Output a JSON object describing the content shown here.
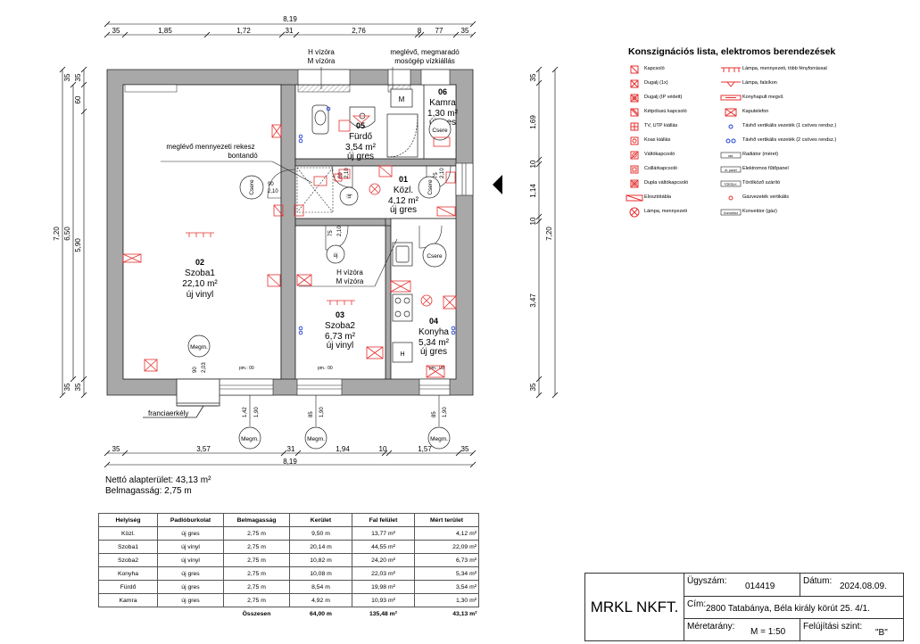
{
  "dimensions": {
    "total_width": "8,19",
    "top_segments": [
      "35",
      "1,85",
      "1,72",
      "31",
      "2,76",
      "8",
      "77",
      "35"
    ],
    "bottom_segments": [
      "35",
      "3,57",
      "31",
      "1,94",
      "10",
      "1,57",
      "35"
    ],
    "left_outer": "7,20",
    "left_inner": "6,50",
    "left_room": "5,90",
    "left_small": [
      "35",
      "35",
      "60",
      "35",
      "35"
    ],
    "right_outer": "7,20",
    "right_segments": [
      "35",
      "1,69",
      "10",
      "1,14",
      "10",
      "3,47",
      "35"
    ],
    "openings": [
      {
        "a": "1,42",
        "b": "1,90"
      },
      {
        "a": "85",
        "b": "1,90"
      },
      {
        "a": "85",
        "b": "1,90"
      }
    ],
    "door_widths": [
      "90",
      "2,10",
      "75",
      "2,10",
      "60",
      "2,10",
      "75",
      "2,10"
    ],
    "window": {
      "a": "90",
      "b": "2,03"
    }
  },
  "rooms": [
    {
      "num": "02",
      "name": "Szoba1",
      "area": "22,10 m²",
      "floor": "új vinyl"
    },
    {
      "num": "03",
      "name": "Szoba2",
      "area": "6,73 m²",
      "floor": "új vinyl"
    },
    {
      "num": "01",
      "name": "Közl.",
      "area": "4,12 m²",
      "floor": "új gres"
    },
    {
      "num": "04",
      "name": "Konyha",
      "area": "5,34 m²",
      "floor": "új gres"
    },
    {
      "num": "05",
      "name": "Fürdő",
      "area": "3,54 m²",
      "floor": "új gres"
    },
    {
      "num": "06",
      "name": "Kamra",
      "area": "1,30 m²",
      "floor": "új gres"
    }
  ],
  "annotations": {
    "water_top_1": "H vízóra",
    "water_top_2": "M vízóra",
    "existing_top_1": "meglévő, megmaradó",
    "existing_top_2": "mosógép vízkiállás",
    "meter_1": "meglévő mennyezeti rekesz",
    "meter_2": "bontandó",
    "water_mid_1": "H vízóra",
    "water_mid_2": "M vízóra",
    "balcony": "franciaerkély",
    "csere": "Csere",
    "uj": "új",
    "megm": "Megm.",
    "parapet": "pm.: 00"
  },
  "summary": {
    "net_area": "Nettó alapterület: 43,13 m²",
    "ceiling": "Belmagasság: 2,75 m"
  },
  "legend": {
    "title": "Konszignációs lista, elektromos berendezések",
    "items": [
      {
        "icon": "switch-icon",
        "label": "Kapcsoló"
      },
      {
        "icon": "multi-lamp-icon",
        "label": "Lámpa, mennyezeti, több fényforrással"
      },
      {
        "icon": "socket-1x-icon",
        "label": "Dugalj (1x)"
      },
      {
        "icon": "wall-lamp-icon",
        "label": "Lámpa, falsíkon"
      },
      {
        "icon": "socket-ip-icon",
        "label": "Dugalj (IP védett)"
      },
      {
        "icon": "cabinet-light-icon",
        "label": "Konyhapult megvil."
      },
      {
        "icon": "two-pole-switch-icon",
        "label": "Kétpólusú kapcsoló"
      },
      {
        "icon": "doorphone-icon",
        "label": "Kaputelefon"
      },
      {
        "icon": "tv-utp-icon",
        "label": "TV, UTP kiállás"
      },
      {
        "icon": "heating-pipe-1-icon",
        "label": "Távhő vertikális vezeték (1 csöves rendsz.)"
      },
      {
        "icon": "coax-icon",
        "label": "Koax kiállás"
      },
      {
        "icon": "heating-pipe-2-icon",
        "label": "Távhő vertikális vezeték (2 csöves rendsz.)"
      },
      {
        "icon": "changeover-switch-icon",
        "label": "Váltókapcsoló"
      },
      {
        "icon": "radiator-icon",
        "label": "Radiátor (méret)"
      },
      {
        "icon": "chandelier-switch-icon",
        "label": "Csillárkapcsoló"
      },
      {
        "icon": "heating-panel-icon",
        "label": "Elektromos fűtőpanel"
      },
      {
        "icon": "double-switch-icon",
        "label": "Dupla váltókapcsoló"
      },
      {
        "icon": "towel-dryer-icon",
        "label": "Törölköző szárító"
      },
      {
        "icon": "distribution-board-icon",
        "label": "Elosztótábla"
      },
      {
        "icon": "gas-pipe-icon",
        "label": "Gázvezeték vertikális"
      },
      {
        "icon": "ceiling-lamp-icon",
        "label": "Lámpa, mennyezeti"
      },
      {
        "icon": "convector-icon",
        "label": "Konvektor (gáz)"
      }
    ],
    "radiator_mark": "rad.",
    "panel_mark": "el. panel",
    "towel_mark": "TÖRÖLK.",
    "convector_mark": "Konvektor"
  },
  "table": {
    "headers": [
      "Helyiség",
      "Padlóburkolat",
      "Belmagasság",
      "Kerület",
      "Fal felület",
      "Mért terület"
    ],
    "rows": [
      [
        "Közl.",
        "új gres",
        "2,75 m",
        "9,50 m",
        "13,77 m²",
        "4,12 m²"
      ],
      [
        "Szoba1",
        "új vinyl",
        "2,75 m",
        "20,14 m",
        "44,55 m²",
        "22,09 m²"
      ],
      [
        "Szoba2",
        "új vinyl",
        "2,75 m",
        "10,82 m",
        "24,20 m²",
        "6,73 m²"
      ],
      [
        "Konyha",
        "új gres",
        "2,75 m",
        "10,08 m",
        "22,03 m²",
        "5,34 m²"
      ],
      [
        "Fürdő",
        "új gres",
        "2,75 m",
        "8,54 m",
        "19,98 m²",
        "3,54 m²"
      ],
      [
        "Kamra",
        "új gres",
        "2,75 m",
        "4,92 m",
        "10,93 m²",
        "1,30 m²"
      ]
    ],
    "total_label": "Összesen",
    "total_perimeter": "64,00 m",
    "total_wall": "135,48 m²",
    "total_area": "43,13 m²"
  },
  "titleblock": {
    "firm": "MRKL NKFT.",
    "case_label": "Ügyszám:",
    "case_no": "014419",
    "date_label": "Dátum:",
    "date": "2024.08.09.",
    "address_label": "Cím:",
    "address": "2800 Tatabánya, Béla király körút 25. 4/1.",
    "scale_label": "Méretarány:",
    "scale": "M = 1:50",
    "level_label": "Felújítási szint:",
    "level": "\"B\""
  },
  "colors": {
    "wall": "#a8a8a8",
    "symbol": "#e53030",
    "pipe": "#1f3fd0"
  }
}
